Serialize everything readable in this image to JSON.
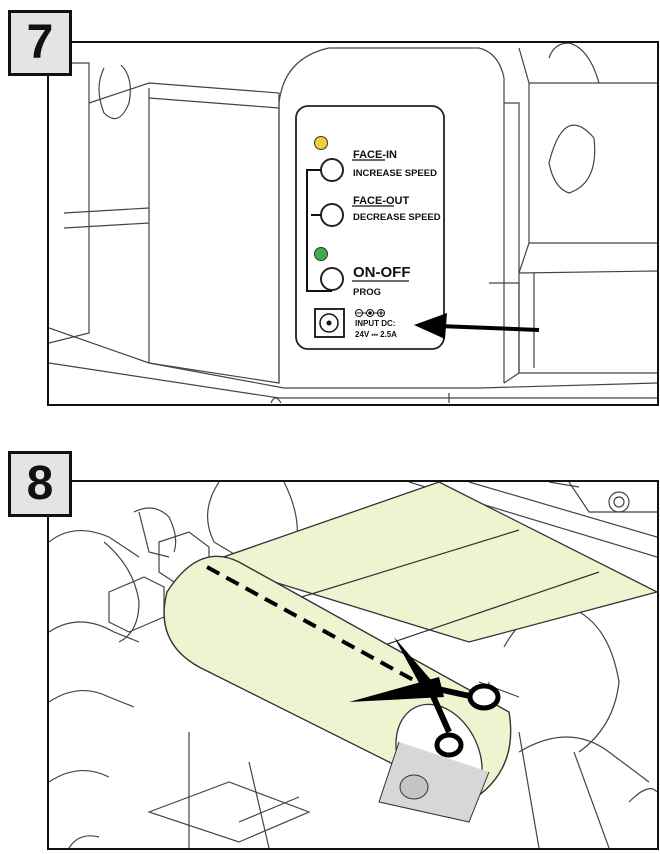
{
  "steps": [
    {
      "number": "7",
      "panel": {
        "labels": {
          "face_in": "FACE-IN",
          "increase_speed": "INCREASE SPEED",
          "face_out": "FACE-OUT",
          "decrease_speed": "DECREASE SPEED",
          "on_off": "ON-OFF",
          "prog": "PROG",
          "input_dc": "INPUT DC:",
          "voltage": "24V ⎓ 2.5A"
        },
        "led_colors": {
          "face_in": "#f2cf3a",
          "on_off": "#3fae4a"
        }
      }
    },
    {
      "number": "8",
      "media_color": "#eef3d0"
    }
  ]
}
